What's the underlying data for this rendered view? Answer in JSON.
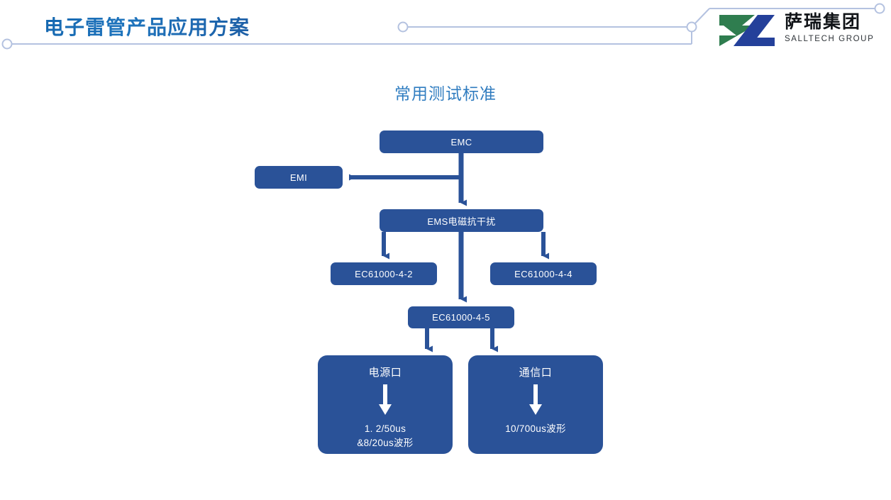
{
  "header": {
    "title": "电子雷管产品应用方案",
    "title_color": "#1a6cb4",
    "deco_line_color": "#b4c2e0"
  },
  "logo": {
    "mark_name": "salltech-logo-mark",
    "mark_green": "#2f7d4f",
    "mark_blue": "#24409a",
    "name_cn": "萨瑞集团",
    "name_en": "SALLTECH GROUP"
  },
  "slide": {
    "subtitle": "常用测试标准",
    "subtitle_color": "#2f7fc4",
    "node_fill": "#2a5298",
    "connector_color": "#2a5298"
  },
  "diagram": {
    "nodes": [
      {
        "id": "emc",
        "label": "EMC"
      },
      {
        "id": "emi",
        "label": "EMI"
      },
      {
        "id": "ems",
        "label": "EMS电磁抗干扰"
      },
      {
        "id": "iec42",
        "label": "EC61000-4-2"
      },
      {
        "id": "iec44",
        "label": "EC61000-4-4"
      },
      {
        "id": "iec45",
        "label": "EC61000-4-5"
      }
    ],
    "power_port": {
      "title": "电源口",
      "desc": "1. 2/50us\n&8/20us波形"
    },
    "comm_port": {
      "title": "通信口",
      "desc": "10/700us波形"
    }
  }
}
